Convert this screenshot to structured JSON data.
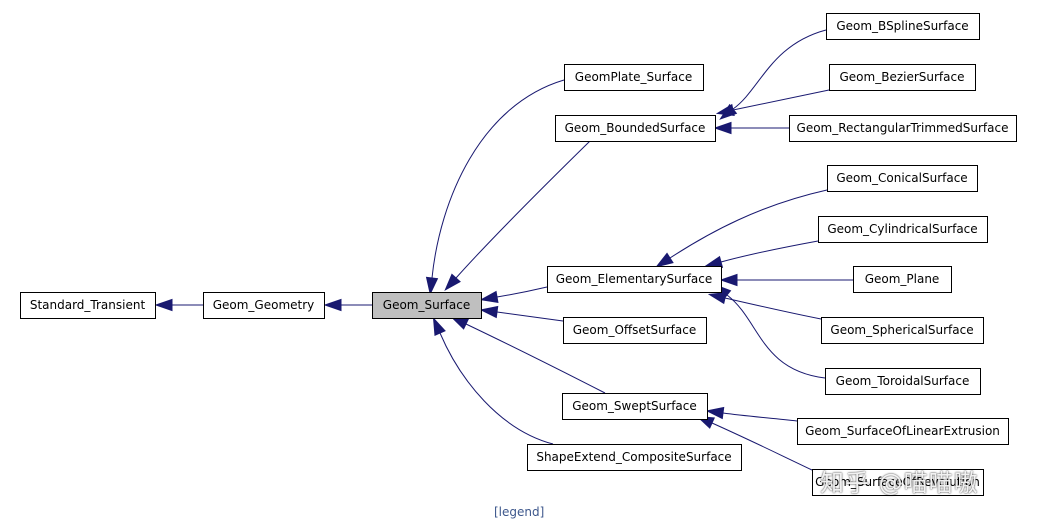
{
  "nodes": [
    {
      "id": "standard_transient",
      "label": "Standard_Transient"
    },
    {
      "id": "geom_geometry",
      "label": "Geom_Geometry"
    },
    {
      "id": "geom_surface",
      "label": "Geom_Surface",
      "focus": true
    },
    {
      "id": "geomplate_surface",
      "label": "GeomPlate_Surface"
    },
    {
      "id": "geom_boundedsurface",
      "label": "Geom_BoundedSurface"
    },
    {
      "id": "geom_elementarysurface",
      "label": "Geom_ElementarySurface"
    },
    {
      "id": "geom_offsetsurface",
      "label": "Geom_OffsetSurface"
    },
    {
      "id": "geom_sweptsurface",
      "label": "Geom_SweptSurface"
    },
    {
      "id": "shapeextend_compositesurface",
      "label": "ShapeExtend_CompositeSurface"
    },
    {
      "id": "geom_bsplinesurface",
      "label": "Geom_BSplineSurface"
    },
    {
      "id": "geom_beziersurface",
      "label": "Geom_BezierSurface"
    },
    {
      "id": "geom_rectangulartrimmedsurface",
      "label": "Geom_RectangularTrimmedSurface"
    },
    {
      "id": "geom_conicalsurface",
      "label": "Geom_ConicalSurface"
    },
    {
      "id": "geom_cylindricalsurface",
      "label": "Geom_CylindricalSurface"
    },
    {
      "id": "geom_plane",
      "label": "Geom_Plane"
    },
    {
      "id": "geom_sphericalsurface",
      "label": "Geom_SphericalSurface"
    },
    {
      "id": "geom_toroidalsurface",
      "label": "Geom_ToroidalSurface"
    },
    {
      "id": "geom_surfaceoflinearextrusion",
      "label": "Geom_SurfaceOfLinearExtrusion"
    },
    {
      "id": "geom_surfaceofrevolution",
      "label": "Geom_SurfaceOfRevolution"
    }
  ],
  "edges": [
    {
      "from": "geom_geometry",
      "to": "standard_transient"
    },
    {
      "from": "geom_surface",
      "to": "geom_geometry"
    },
    {
      "from": "geomplate_surface",
      "to": "geom_surface"
    },
    {
      "from": "geom_boundedsurface",
      "to": "geom_surface"
    },
    {
      "from": "geom_elementarysurface",
      "to": "geom_surface"
    },
    {
      "from": "geom_offsetsurface",
      "to": "geom_surface"
    },
    {
      "from": "geom_sweptsurface",
      "to": "geom_surface"
    },
    {
      "from": "shapeextend_compositesurface",
      "to": "geom_surface"
    },
    {
      "from": "geom_bsplinesurface",
      "to": "geom_boundedsurface"
    },
    {
      "from": "geom_beziersurface",
      "to": "geom_boundedsurface"
    },
    {
      "from": "geom_rectangulartrimmedsurface",
      "to": "geom_boundedsurface"
    },
    {
      "from": "geom_conicalsurface",
      "to": "geom_elementarysurface"
    },
    {
      "from": "geom_cylindricalsurface",
      "to": "geom_elementarysurface"
    },
    {
      "from": "geom_plane",
      "to": "geom_elementarysurface"
    },
    {
      "from": "geom_sphericalsurface",
      "to": "geom_elementarysurface"
    },
    {
      "from": "geom_toroidalsurface",
      "to": "geom_elementarysurface"
    },
    {
      "from": "geom_surfaceoflinearextrusion",
      "to": "geom_sweptsurface"
    },
    {
      "from": "geom_surfaceofrevolution",
      "to": "geom_sweptsurface"
    }
  ],
  "legend_link": "[legend]",
  "watermark": "知乎 @喵喵嗷",
  "colors": {
    "edge": "#191970",
    "focus_fill": "#bfbfbf",
    "node_fill": "#ffffff",
    "link": "#3d578c"
  }
}
